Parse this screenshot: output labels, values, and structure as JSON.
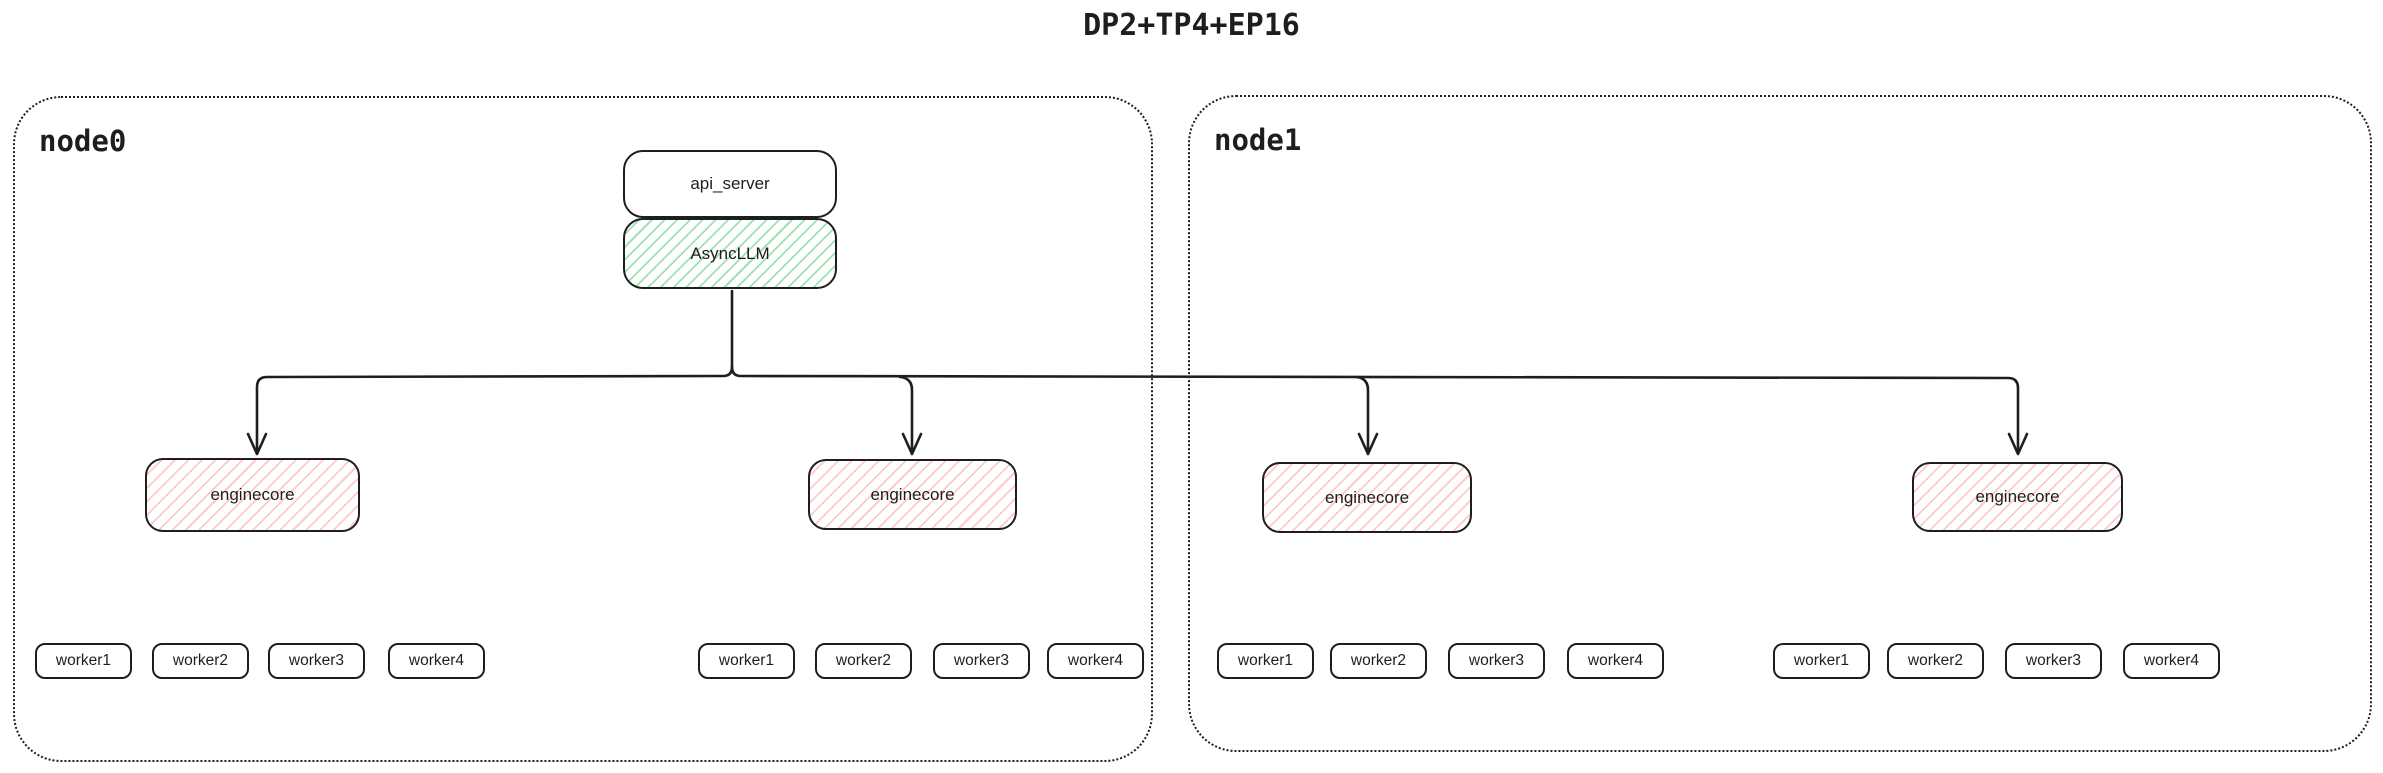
{
  "title": "DP2+TP4+EP16",
  "colors": {
    "stroke": "#1e1e1e",
    "green_hatch": "#9fe3ac",
    "red_hatch": "#ffc9c9",
    "background": "#ffffff",
    "text": "#1e1e1e"
  },
  "nodes": {
    "node0": {
      "label": "node0"
    },
    "node1": {
      "label": "node1"
    }
  },
  "api_server": {
    "label": "api_server"
  },
  "async_llm": {
    "label": "AsyncLLM"
  },
  "enginecores": [
    {
      "label": "enginecore"
    },
    {
      "label": "enginecore"
    },
    {
      "label": "enginecore"
    },
    {
      "label": "enginecore"
    }
  ],
  "worker_groups": [
    {
      "workers": [
        "worker1",
        "worker2",
        "worker3",
        "worker4"
      ]
    },
    {
      "workers": [
        "worker1",
        "worker2",
        "worker3",
        "worker4"
      ]
    },
    {
      "workers": [
        "worker1",
        "worker2",
        "worker3",
        "worker4"
      ]
    },
    {
      "workers": [
        "worker1",
        "worker2",
        "worker3",
        "worker4"
      ]
    }
  ]
}
